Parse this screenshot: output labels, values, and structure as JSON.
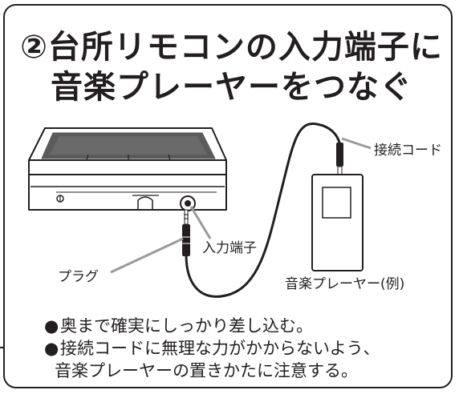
{
  "title": {
    "line1": "②台所リモコンの入力端子に",
    "line2": "音楽プレーヤーをつなぐ"
  },
  "labels": {
    "cable": "接続コード",
    "input_terminal": "入力端子",
    "plug": "プラグ",
    "player": "音楽プレーヤー(例)"
  },
  "notes": {
    "bullet": "●",
    "item1": "奥まで確実にしっかり差し込む。",
    "item2_line1": "接続コードに無理な力がかからないよう、",
    "item2_line2": "音楽プレーヤーの置きかたに注意する。"
  }
}
